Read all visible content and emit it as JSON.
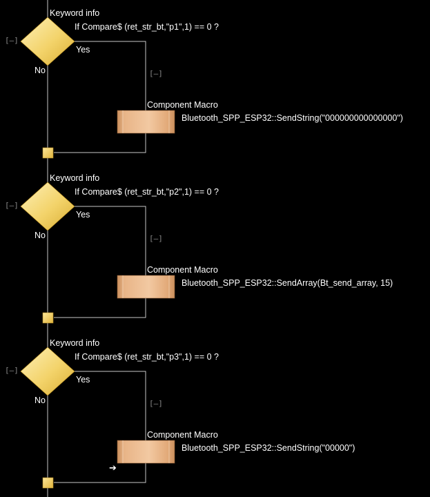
{
  "colors": {
    "background": "#000000",
    "flow_line": "#c8c8c8",
    "decision_fill": "#f3d36a",
    "decision_fill_light": "#fbe9a4",
    "macro_fill": "#e8b487",
    "macro_fill_dark": "#c98e5c",
    "connector_fill": "#f4cf5a",
    "collapse_text": "#8a8a8a"
  },
  "flowchart": {
    "blocks": [
      {
        "keyword_label": "Keyword info",
        "condition": "If  Compare$ (ret_str_bt,\"p1\",1) == 0 ?",
        "yes_label": "Yes",
        "no_label": "No",
        "decision_collapse": "[–]",
        "branch_collapse": "[–]",
        "macro_label": "Component Macro",
        "macro_call": "Bluetooth_SPP_ESP32::SendString(\"000000000000000\")",
        "decision_icon": "diamond-decision-icon",
        "macro_icon": "component-macro-block-icon",
        "connector_icon": "square-connector-icon"
      },
      {
        "keyword_label": "Keyword info",
        "condition": "If  Compare$ (ret_str_bt,\"p2\",1) == 0 ?",
        "yes_label": "Yes",
        "no_label": "No",
        "decision_collapse": "[–]",
        "branch_collapse": "[–]",
        "macro_label": "Component Macro",
        "macro_call": "Bluetooth_SPP_ESP32::SendArray(Bt_send_array, 15)",
        "decision_icon": "diamond-decision-icon",
        "macro_icon": "component-macro-block-icon",
        "connector_icon": "square-connector-icon"
      },
      {
        "keyword_label": "Keyword info",
        "condition": "If  Compare$ (ret_str_bt,\"p3\",1) == 0 ?",
        "yes_label": "Yes",
        "no_label": "No",
        "decision_collapse": "[–]",
        "branch_collapse": "[–]",
        "macro_label": "Component Macro",
        "macro_call": "Bluetooth_SPP_ESP32::SendString(\"00000\")",
        "decision_icon": "diamond-decision-icon",
        "macro_icon": "component-macro-block-icon",
        "connector_icon": "square-connector-icon"
      }
    ],
    "cursor_icon": "arrow-right-cursor-icon"
  }
}
